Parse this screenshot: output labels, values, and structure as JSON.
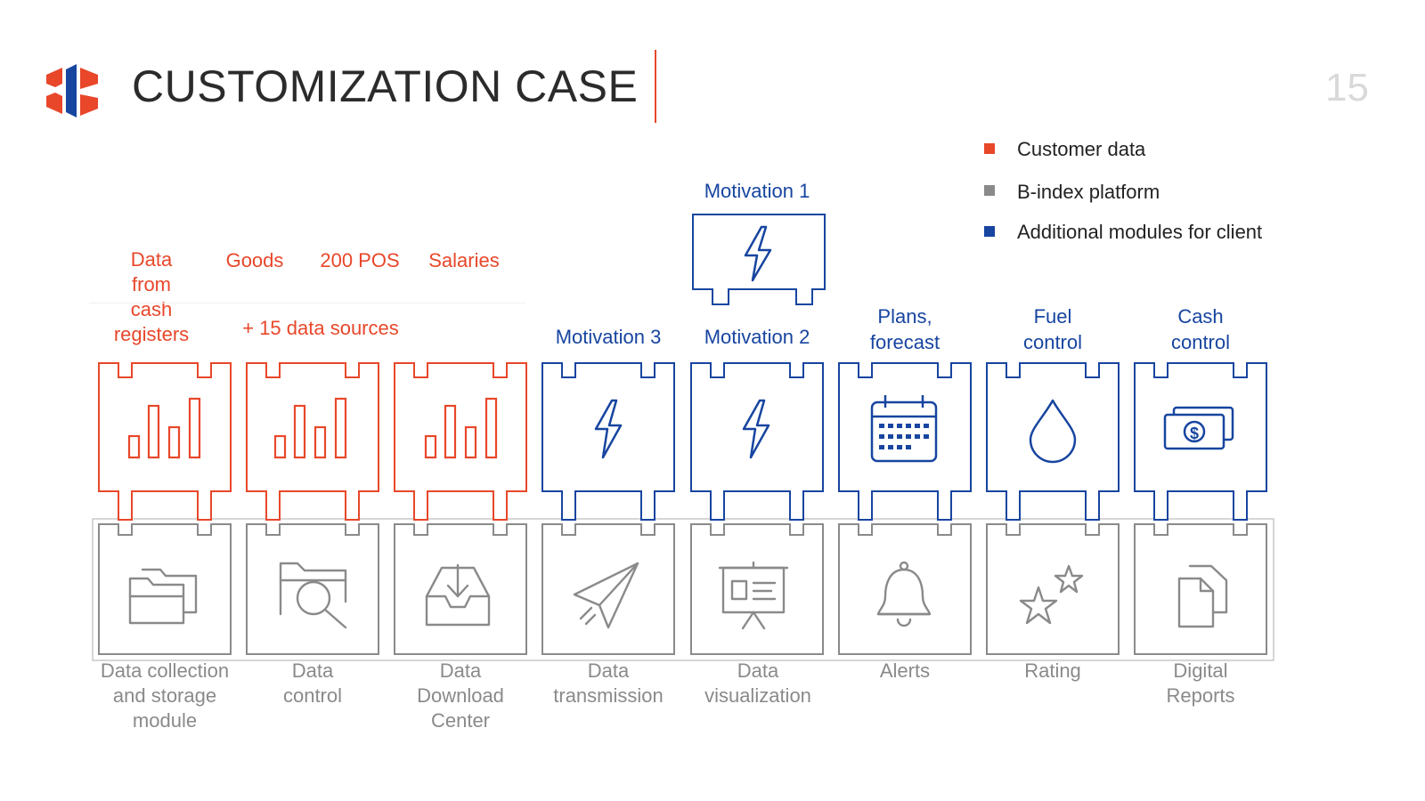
{
  "header": {
    "title": "CUSTOMIZATION CASE",
    "page_number": "15"
  },
  "colors": {
    "customer": "#e8472a",
    "platform": "#8a8a8a",
    "client": "#1745a0",
    "title": "#2b2b2b"
  },
  "legend": [
    {
      "label": "Customer data",
      "color": "#e8472a"
    },
    {
      "label": "B-index platform",
      "color": "#8a8a8a"
    },
    {
      "label": "Additional modules for client",
      "color": "#1745a0"
    }
  ],
  "data_sources": {
    "items": [
      "Data\nfrom\ncash\nregisters",
      "Goods",
      "200 POS",
      "Salaries"
    ],
    "extra": "+ 15 data sources"
  },
  "client_modules": [
    {
      "label": "Motivation 3",
      "icon": "lightning-icon"
    },
    {
      "label": "Motivation 2",
      "icon": "lightning-icon"
    },
    {
      "label": "Plans,\nforecast",
      "icon": "calendar-icon"
    },
    {
      "label": "Fuel\ncontrol",
      "icon": "water-drop-icon"
    },
    {
      "label": "Cash\ncontrol",
      "icon": "money-icon"
    }
  ],
  "top_module": {
    "label": "Motivation 1",
    "icon": "lightning-icon"
  },
  "customer_modules": [
    {
      "icon": "bar-chart-icon"
    },
    {
      "icon": "bar-chart-icon"
    },
    {
      "icon": "bar-chart-icon"
    }
  ],
  "platform_modules": [
    {
      "label": "Data collection\nand storage\nmodule",
      "icon": "folders-icon"
    },
    {
      "label": "Data\ncontrol",
      "icon": "folder-search-icon"
    },
    {
      "label": "Data\nDownload\nCenter",
      "icon": "download-tray-icon"
    },
    {
      "label": "Data\ntransmission",
      "icon": "paper-plane-icon"
    },
    {
      "label": "Data\nvisualization",
      "icon": "presentation-board-icon"
    },
    {
      "label": "Alerts",
      "icon": "bell-icon"
    },
    {
      "label": "Rating",
      "icon": "stars-icon"
    },
    {
      "label": "Digital\nReports",
      "icon": "documents-icon"
    }
  ]
}
